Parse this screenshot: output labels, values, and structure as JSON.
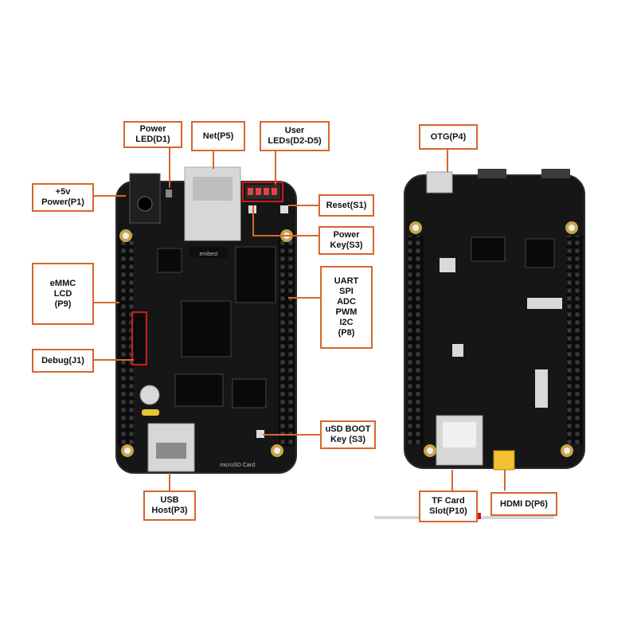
{
  "colors": {
    "callout": "#d9652a",
    "board": "#161616",
    "board_edge": "#2b2b2b",
    "highlight": "#cc1a1a",
    "connector_metal": "#d7d7d7",
    "gold": "#c9a44a",
    "hdmi": "#f2c230"
  },
  "front_board": {
    "silkscreen_logo": "embest",
    "silkscreen_card": "microSD Card"
  },
  "callouts": {
    "power_led": "Power\nLED(D1)",
    "net": "Net(P5)",
    "user_leds": "User\nLEDs(D2-D5)",
    "power_5v": "+5v\nPower(P1)",
    "reset": "Reset(S1)",
    "power_key": "Power\nKey(S3)",
    "emmc": "eMMC\nLCD\n(P9)",
    "uart": "UART\nSPI\nADC\nPWM\nI2C\n(P8)",
    "debug": "Debug(J1)",
    "usd_boot": "uSD BOOT\nKey (S3)",
    "usb_host": "USB\nHost(P3)",
    "otg": "OTG(P4)",
    "tf_card": "TF Card\nSlot(P10)",
    "hdmi": "HDMI D(P6)"
  }
}
